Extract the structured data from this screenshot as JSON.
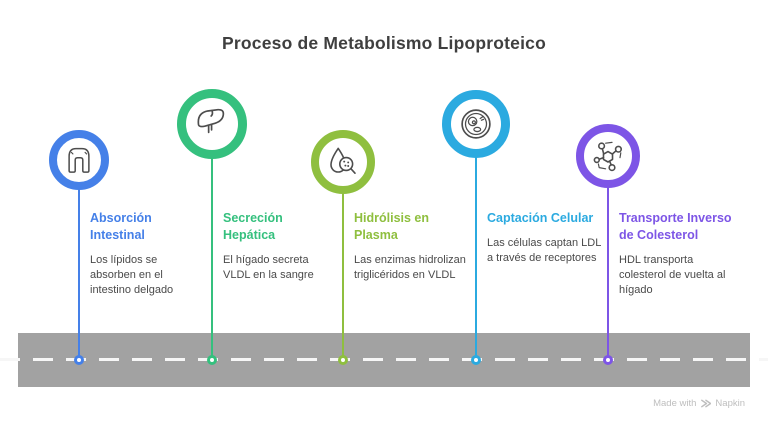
{
  "title": "Proceso de Metabolismo Lipoproteico",
  "stages": [
    {
      "title": "Absorción Intestinal",
      "description": "Los lípidos se absorben en el intestino delgado",
      "color": "#4580e8",
      "icon": "intestine-icon"
    },
    {
      "title": "Secreción Hepática",
      "description": "El hígado secreta VLDL en la sangre",
      "color": "#35c07e",
      "icon": "liver-icon"
    },
    {
      "title": "Hidrólisis en Plasma",
      "description": "Las enzimas hidrolizan triglicéridos en VLDL",
      "color": "#8fbf3f",
      "icon": "droplet-magnifier-icon"
    },
    {
      "title": "Captación Celular",
      "description": "Las células captan LDL a través de receptores",
      "color": "#2baae0",
      "icon": "cell-icon"
    },
    {
      "title": "Transporte Inverso de Colesterol",
      "description": "HDL transporta colesterol de vuelta al hígado",
      "color": "#7d55e6",
      "icon": "molecule-icon"
    }
  ],
  "watermark": {
    "prefix": "Made with",
    "brand": "Napkin"
  },
  "colors": {
    "road": "#a2a2a2",
    "lane_line": "#f6f6f6",
    "heading": "#3f3f3f",
    "body_text": "#4a4a4a",
    "watermark": "#bebebe"
  }
}
